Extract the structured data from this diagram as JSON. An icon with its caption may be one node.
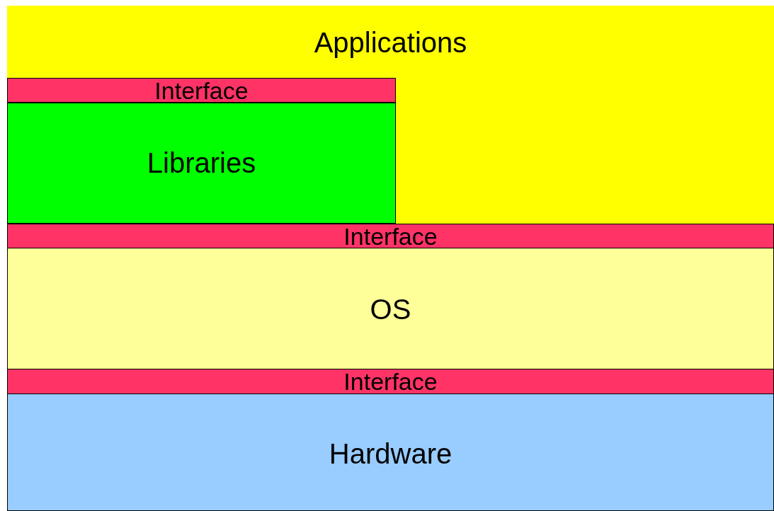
{
  "diagram": {
    "nodes": [
      {
        "text": [
          "Applications"
        ]
      },
      {
        "text": [
          "Interface"
        ],
        "in": 0
      },
      {
        "text": [
          "Libraries"
        ],
        "in": 0
      },
      {
        "text": [
          "Interface"
        ]
      },
      {
        "text": [
          "OS"
        ]
      },
      {
        "text": [
          "Interface"
        ]
      },
      {
        "text": [
          "Hardware"
        ]
      }
    ]
  }
}
